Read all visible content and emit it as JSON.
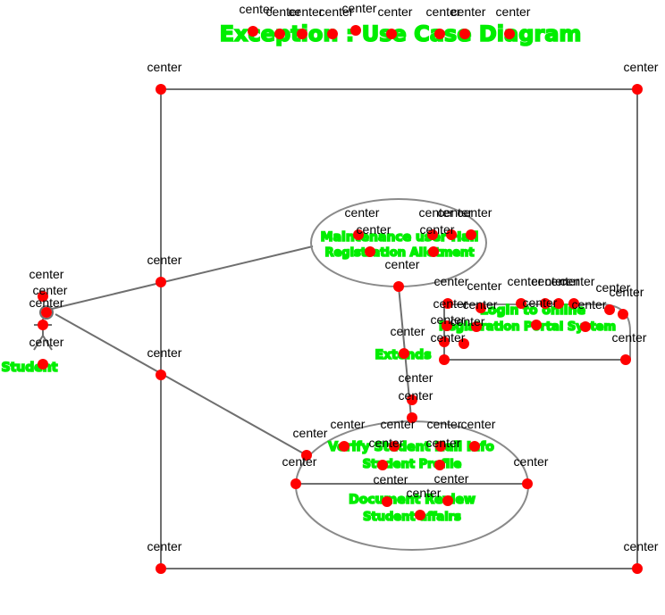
{
  "diagram": {
    "title": "Exception : Use Case Diagram",
    "actor": {
      "name": "Student"
    },
    "use_cases": {
      "top": [
        "Maintenance user Hall",
        "Registration Allotment"
      ],
      "right": [
        "Login to online",
        "Registration Portal System"
      ],
      "bottom": [
        "Verify Student Hall Info",
        "Student Profile",
        "Document Review",
        "Student affairs"
      ]
    },
    "relationship_label": "Extends",
    "marker_label": "center",
    "colors": {
      "lines": "#6f6f6f",
      "text_overlay": "#00ee00",
      "markers": "#ff0000"
    }
  }
}
